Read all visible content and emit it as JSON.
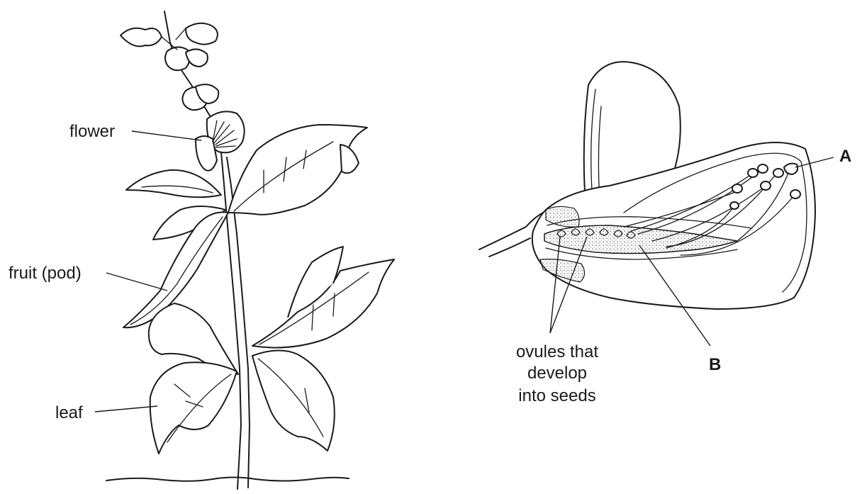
{
  "plant": {
    "labels": {
      "flower": "flower",
      "fruit": "fruit (pod)",
      "leaf": "leaf"
    }
  },
  "flower_section": {
    "labels": {
      "a": "A",
      "b": "B",
      "ovules_line1": "ovules that",
      "ovules_line2": "develop",
      "ovules_line3": "into seeds"
    }
  },
  "colors": {
    "ink": "#1a1a1a",
    "background": "#ffffff",
    "stipple": "#8a8a8a"
  }
}
